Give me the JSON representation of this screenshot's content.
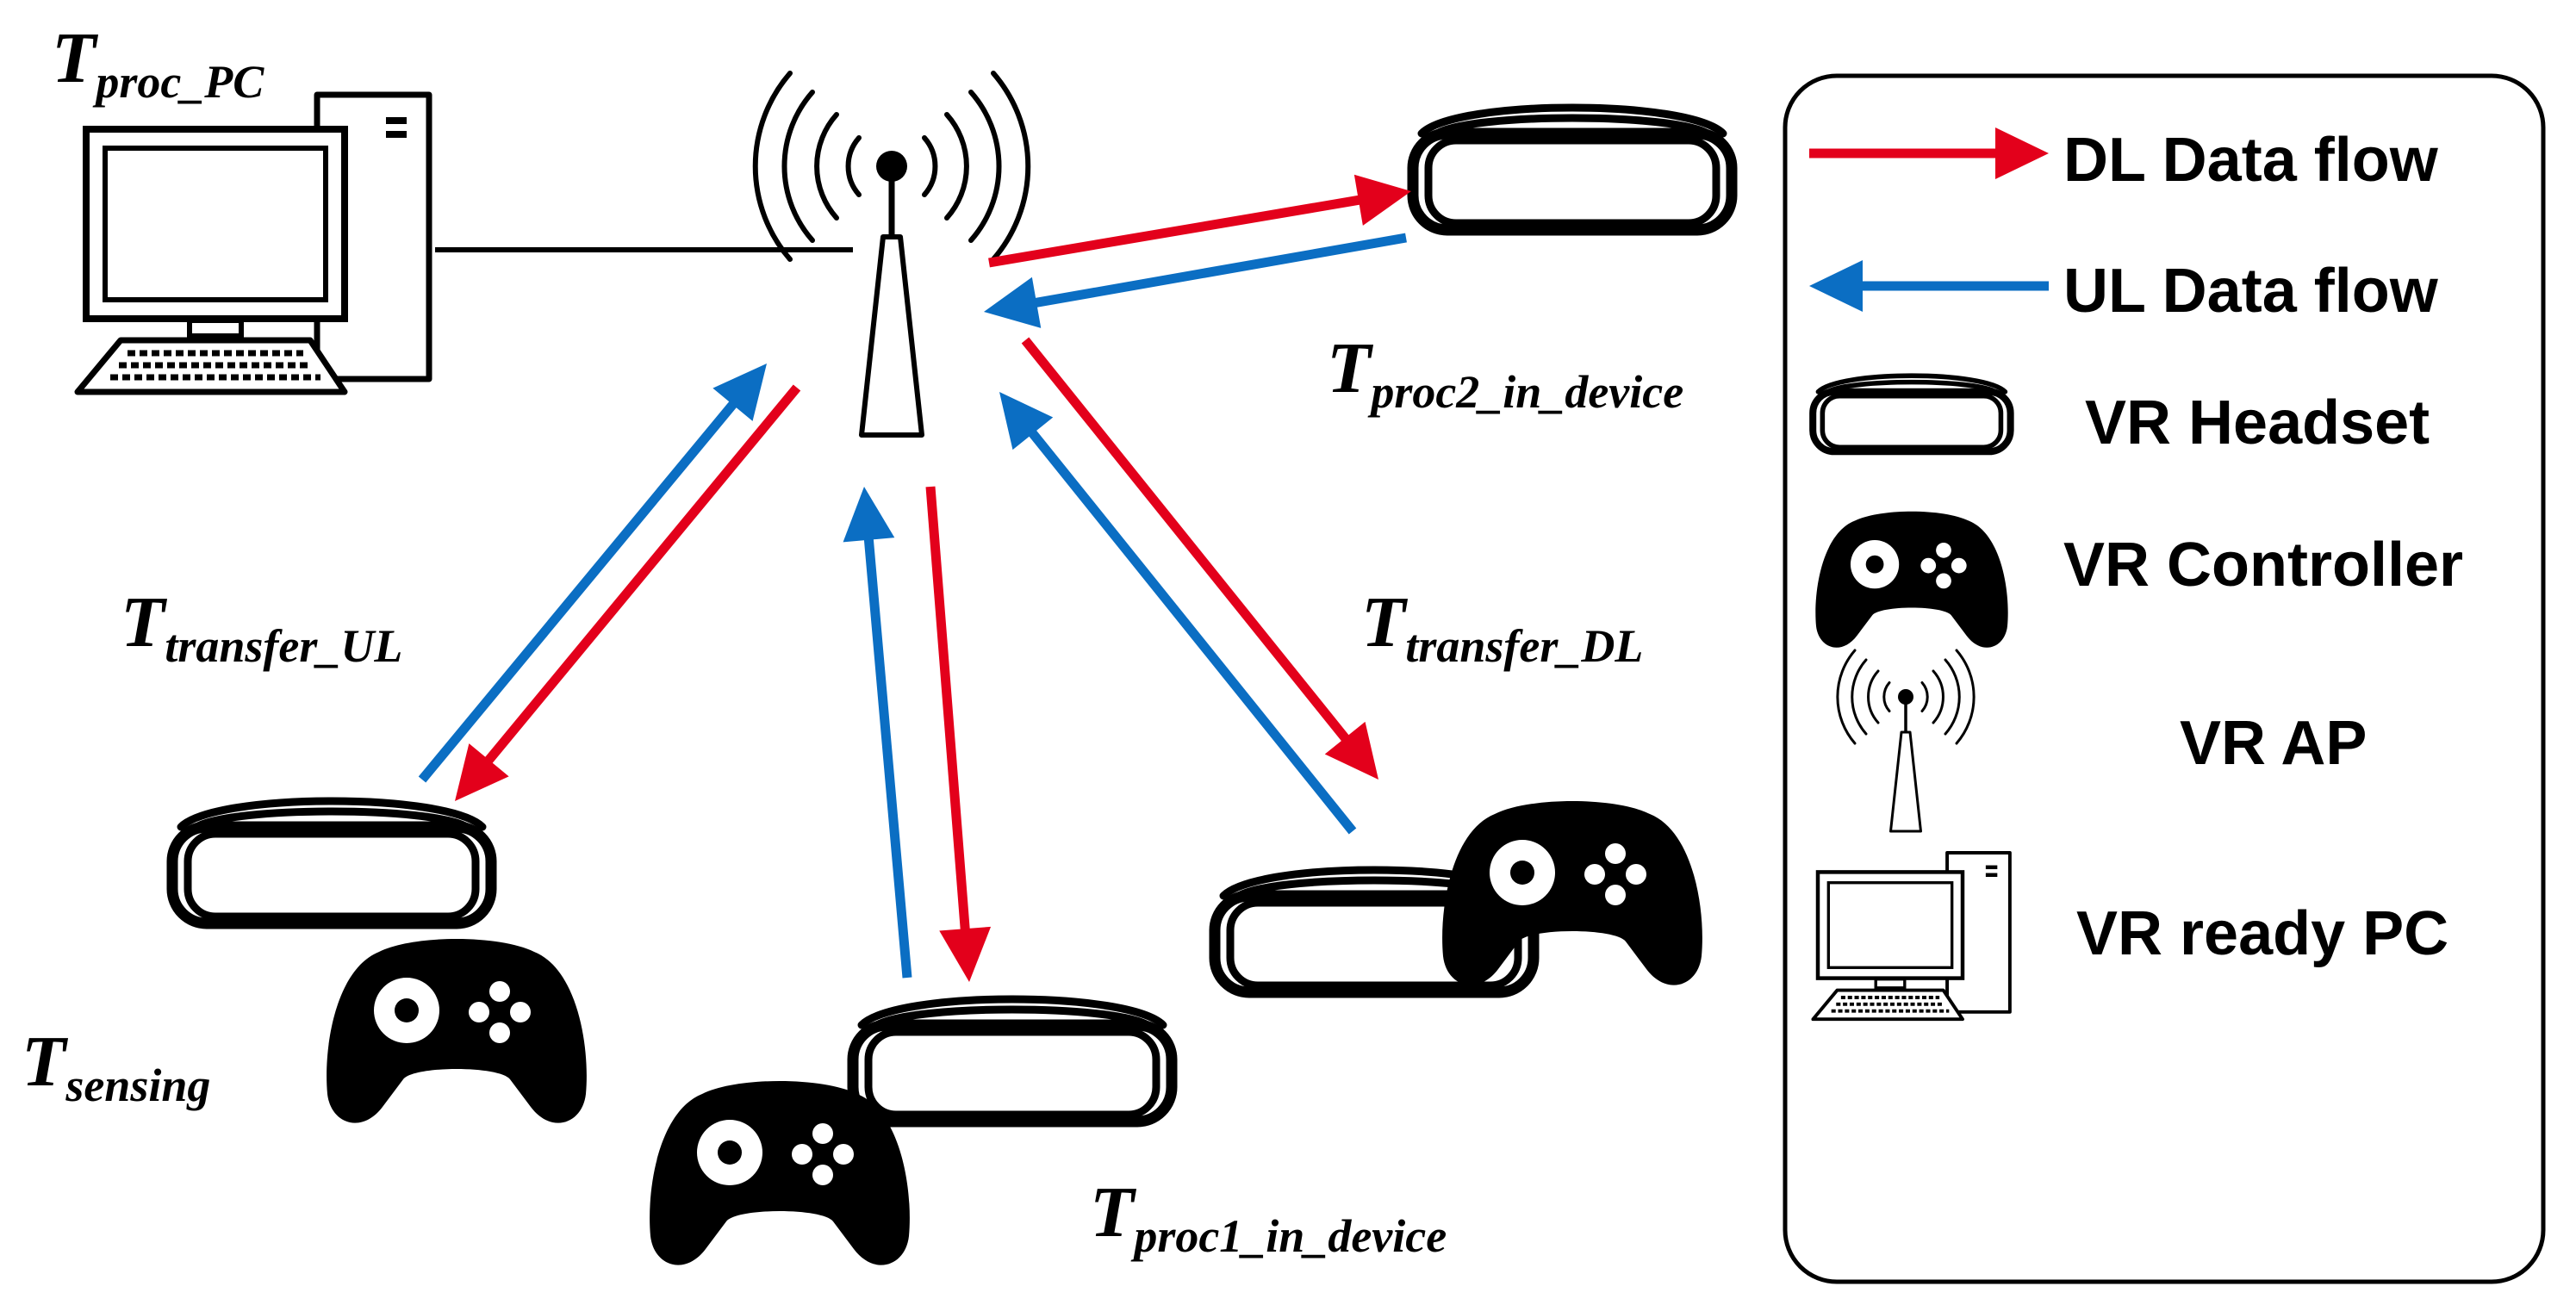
{
  "labels": {
    "proc_pc": {
      "main": "T",
      "sub": "proc_PC"
    },
    "proc2": {
      "main": "T",
      "sub": "proc2_in_device"
    },
    "transfer_ul": {
      "main": "T",
      "sub": "transfer_UL"
    },
    "transfer_dl": {
      "main": "T",
      "sub": "transfer_DL"
    },
    "sensing": {
      "main": "T",
      "sub": "sensing"
    },
    "proc1": {
      "main": "T",
      "sub": "proc1_in_device"
    }
  },
  "legend": {
    "dl": "DL Data flow",
    "ul": "UL Data flow",
    "headset": "VR Headset",
    "controller": "VR Controller",
    "ap": "VR AP",
    "pc": "VR ready PC"
  },
  "colors": {
    "dl_flow": "#e3001b",
    "ul_flow": "#0b6ec3",
    "ink": "#000000"
  },
  "icons": [
    "pc-icon",
    "access-point-icon",
    "headset-icon",
    "controller-icon",
    "dl-arrow",
    "ul-arrow"
  ]
}
